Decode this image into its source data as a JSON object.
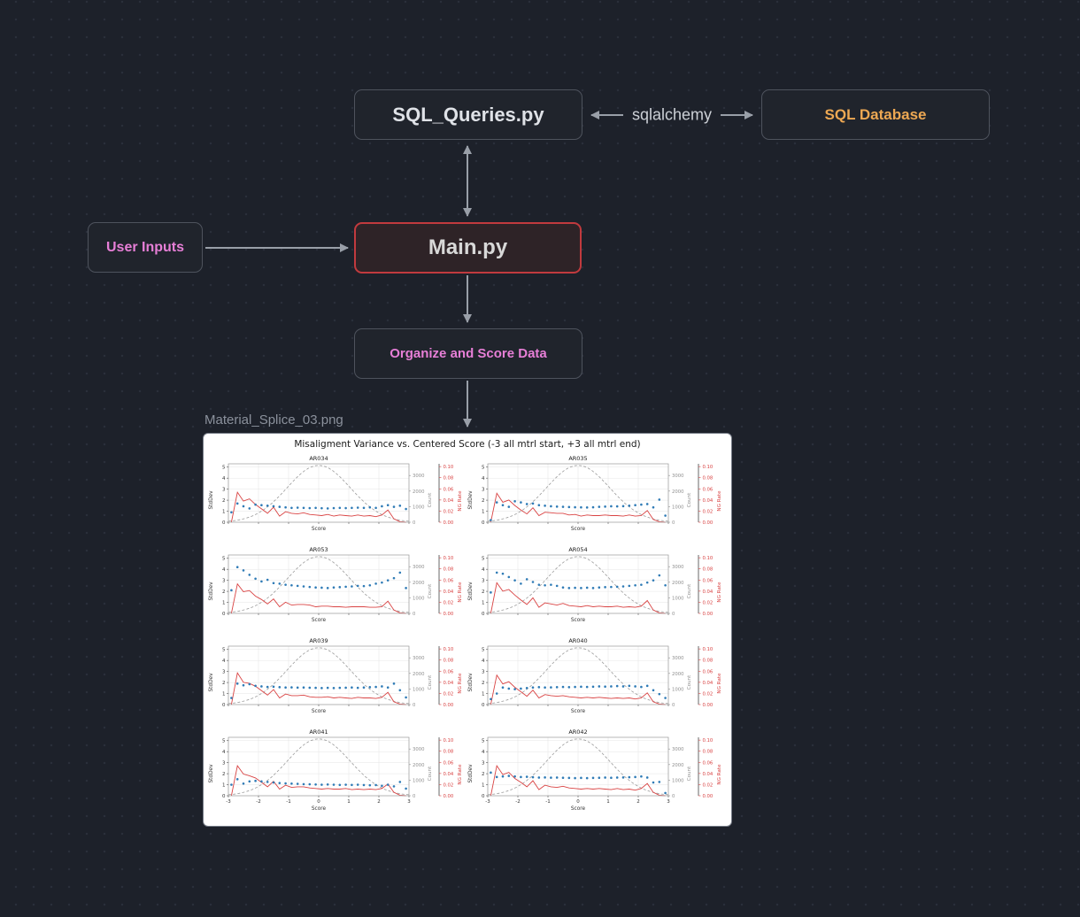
{
  "nodes": {
    "sql_queries": {
      "label": "SQL_Queries.py",
      "text_color": "#dfe2e7"
    },
    "sql_database": {
      "label": "SQL Database",
      "text_color": "#eda853"
    },
    "main": {
      "label": "Main.py",
      "text_color": "#d8d8d8",
      "border_color": "#c13a3e"
    },
    "user_inputs": {
      "label": "User Inputs",
      "text_color": "#e77fd7"
    },
    "organize": {
      "label": "Organize and Score Data",
      "text_color": "#e77fd7"
    }
  },
  "edges": {
    "sqlalchemy_label": "sqlalchemy",
    "arrow_color": "#999fa8"
  },
  "figure": {
    "file_label": "Material_Splice_03.png",
    "title": "Misaligment Variance vs. Centered Score (-3 all mtrl start, +3 all mtrl end)"
  },
  "chart_data": {
    "type": "scatter",
    "title": "Misaligment Variance vs. Centered Score (-3 all mtrl start, +3 all mtrl end)",
    "xlabel": "Score",
    "ylabel_left": "StdDev",
    "ylabel_count": "Count",
    "ylabel_nu": "NG Rate",
    "x_ticks": [
      -3,
      -2,
      -1,
      0,
      1,
      2,
      3
    ],
    "y_ticks_left": [
      0,
      1,
      2,
      3,
      4,
      5
    ],
    "count_ticks": [
      0,
      1000,
      2000,
      3000
    ],
    "nu_ticks": [
      0.0,
      0.02,
      0.04,
      0.06,
      0.08,
      0.1
    ],
    "xlim": [
      -3,
      3
    ],
    "ylim_left": [
      0,
      5.3
    ],
    "count_lim": [
      0,
      3750
    ],
    "nu_lim": [
      0,
      0.105
    ],
    "grid": true,
    "legend": false,
    "colors": {
      "scatter": "#2f7bb6",
      "nu_line": "#d94343",
      "count_line": "#9a9a9a"
    },
    "count_bell": {
      "peak": 3650,
      "sigma": 1.05
    },
    "x": [
      -2.9,
      -2.7,
      -2.5,
      -2.3,
      -2.1,
      -1.9,
      -1.7,
      -1.5,
      -1.3,
      -1.1,
      -0.9,
      -0.7,
      -0.5,
      -0.3,
      -0.1,
      0.1,
      0.3,
      0.5,
      0.7,
      0.9,
      1.1,
      1.3,
      1.5,
      1.7,
      1.9,
      2.1,
      2.3,
      2.5,
      2.7,
      2.9
    ],
    "subplots": [
      {
        "title": "AR034",
        "stddev": [
          0.9,
          1.7,
          1.45,
          1.25,
          1.6,
          1.55,
          1.5,
          1.45,
          1.4,
          1.35,
          1.3,
          1.32,
          1.3,
          1.28,
          1.3,
          1.27,
          1.25,
          1.28,
          1.3,
          1.28,
          1.3,
          1.32,
          1.3,
          1.35,
          1.3,
          1.45,
          1.55,
          1.4,
          1.5,
          1.2
        ],
        "nu_rate": [
          0,
          0.054,
          0.038,
          0.042,
          0.032,
          0.024,
          0.016,
          0.027,
          0.011,
          0.019,
          0.016,
          0.015,
          0.017,
          0.014,
          0.013,
          0.012,
          0.014,
          0.011,
          0.013,
          0.012,
          0.011,
          0.013,
          0.011,
          0.012,
          0.01,
          0.013,
          0.022,
          0.006,
          0.001,
          0
        ]
      },
      {
        "title": "AR035",
        "stddev": [
          0.2,
          1.8,
          1.55,
          1.4,
          1.9,
          1.8,
          1.65,
          1.7,
          1.55,
          1.5,
          1.45,
          1.42,
          1.4,
          1.38,
          1.36,
          1.35,
          1.34,
          1.36,
          1.4,
          1.42,
          1.45,
          1.44,
          1.46,
          1.5,
          1.55,
          1.6,
          1.65,
          1.35,
          2.05,
          0.6
        ],
        "nu_rate": [
          0,
          0.052,
          0.036,
          0.04,
          0.03,
          0.022,
          0.015,
          0.026,
          0.012,
          0.018,
          0.017,
          0.016,
          0.016,
          0.013,
          0.014,
          0.011,
          0.013,
          0.012,
          0.012,
          0.013,
          0.012,
          0.012,
          0.011,
          0.013,
          0.011,
          0.012,
          0.021,
          0.005,
          0.001,
          0
        ]
      },
      {
        "title": "AR053",
        "stddev": [
          2.1,
          4.2,
          3.9,
          3.5,
          3.15,
          2.9,
          3.05,
          2.75,
          2.7,
          2.6,
          2.55,
          2.5,
          2.45,
          2.4,
          2.35,
          2.33,
          2.3,
          2.35,
          2.38,
          2.42,
          2.45,
          2.5,
          2.48,
          2.55,
          2.7,
          2.8,
          3.0,
          3.2,
          3.7,
          2.3
        ],
        "nu_rate": [
          0,
          0.053,
          0.039,
          0.041,
          0.031,
          0.025,
          0.017,
          0.026,
          0.012,
          0.02,
          0.015,
          0.016,
          0.016,
          0.015,
          0.012,
          0.013,
          0.013,
          0.012,
          0.012,
          0.011,
          0.012,
          0.012,
          0.012,
          0.011,
          0.011,
          0.012,
          0.022,
          0.006,
          0.001,
          0
        ]
      },
      {
        "title": "AR054",
        "stddev": [
          1.9,
          3.7,
          3.6,
          3.3,
          3.0,
          2.7,
          3.1,
          2.85,
          2.6,
          2.55,
          2.6,
          2.5,
          2.35,
          2.3,
          2.32,
          2.3,
          2.33,
          2.3,
          2.35,
          2.38,
          2.4,
          2.42,
          2.45,
          2.5,
          2.55,
          2.6,
          2.8,
          3.0,
          3.45,
          2.55
        ],
        "nu_rate": [
          0,
          0.055,
          0.04,
          0.043,
          0.033,
          0.024,
          0.016,
          0.028,
          0.011,
          0.019,
          0.017,
          0.015,
          0.018,
          0.014,
          0.013,
          0.012,
          0.014,
          0.012,
          0.013,
          0.012,
          0.012,
          0.013,
          0.011,
          0.012,
          0.011,
          0.013,
          0.023,
          0.006,
          0.001,
          0
        ]
      },
      {
        "title": "AR039",
        "stddev": [
          0.6,
          1.9,
          1.75,
          1.85,
          1.7,
          1.65,
          1.6,
          1.62,
          1.58,
          1.55,
          1.56,
          1.54,
          1.55,
          1.53,
          1.52,
          1.5,
          1.52,
          1.5,
          1.52,
          1.53,
          1.55,
          1.52,
          1.55,
          1.58,
          1.6,
          1.65,
          1.55,
          1.9,
          1.3,
          0.65
        ],
        "nu_rate": [
          0,
          0.057,
          0.04,
          0.038,
          0.033,
          0.025,
          0.017,
          0.027,
          0.012,
          0.019,
          0.016,
          0.016,
          0.017,
          0.014,
          0.013,
          0.013,
          0.014,
          0.012,
          0.013,
          0.012,
          0.011,
          0.013,
          0.012,
          0.012,
          0.011,
          0.013,
          0.022,
          0.005,
          0.001,
          0
        ]
      },
      {
        "title": "AR040",
        "stddev": [
          0.5,
          1.0,
          1.55,
          1.45,
          1.4,
          1.45,
          1.5,
          1.55,
          1.58,
          1.55,
          1.56,
          1.58,
          1.6,
          1.58,
          1.6,
          1.62,
          1.6,
          1.62,
          1.65,
          1.63,
          1.65,
          1.68,
          1.65,
          1.7,
          1.65,
          1.6,
          1.7,
          1.3,
          0.95,
          0.6
        ],
        "nu_rate": [
          0,
          0.053,
          0.037,
          0.041,
          0.031,
          0.023,
          0.015,
          0.026,
          0.012,
          0.018,
          0.016,
          0.015,
          0.016,
          0.014,
          0.013,
          0.012,
          0.013,
          0.012,
          0.013,
          0.012,
          0.011,
          0.012,
          0.011,
          0.012,
          0.01,
          0.012,
          0.021,
          0.005,
          0.001,
          0
        ]
      },
      {
        "title": "AR041",
        "stddev": [
          1.0,
          1.5,
          1.1,
          1.3,
          1.35,
          1.3,
          1.25,
          1.2,
          1.15,
          1.12,
          1.1,
          1.08,
          1.05,
          1.04,
          1.02,
          1.0,
          1.02,
          1.0,
          0.98,
          1.0,
          0.98,
          1.0,
          0.97,
          0.95,
          0.97,
          0.9,
          1.0,
          0.85,
          1.25,
          0.65
        ],
        "nu_rate": [
          0,
          0.054,
          0.039,
          0.036,
          0.032,
          0.024,
          0.016,
          0.026,
          0.012,
          0.019,
          0.015,
          0.016,
          0.016,
          0.014,
          0.013,
          0.012,
          0.013,
          0.012,
          0.012,
          0.013,
          0.011,
          0.012,
          0.011,
          0.012,
          0.011,
          0.013,
          0.021,
          0.006,
          0.001,
          0
        ]
      },
      {
        "title": "AR042",
        "stddev": [
          2.1,
          1.7,
          1.75,
          1.8,
          1.75,
          1.7,
          1.72,
          1.68,
          1.65,
          1.66,
          1.64,
          1.65,
          1.63,
          1.62,
          1.6,
          1.62,
          1.6,
          1.62,
          1.63,
          1.65,
          1.63,
          1.65,
          1.66,
          1.68,
          1.7,
          1.75,
          1.65,
          1.2,
          1.25,
          0.25
        ],
        "nu_rate": [
          0,
          0.054,
          0.038,
          0.042,
          0.031,
          0.024,
          0.016,
          0.027,
          0.011,
          0.019,
          0.016,
          0.015,
          0.017,
          0.014,
          0.013,
          0.012,
          0.013,
          0.012,
          0.013,
          0.012,
          0.011,
          0.013,
          0.011,
          0.012,
          0.01,
          0.013,
          0.022,
          0.006,
          0.001,
          0
        ]
      }
    ]
  }
}
